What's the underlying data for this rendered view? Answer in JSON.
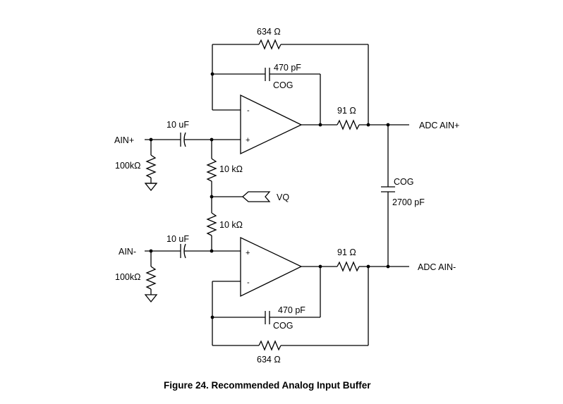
{
  "labels": {
    "ain_pos": "AIN+",
    "ain_neg": "AIN-",
    "adc_ain_pos": "ADC AIN+",
    "adc_ain_neg": "ADC AIN-",
    "vq": "VQ",
    "r_fb_top": "634 Ω",
    "r_fb_bot": "634 Ω",
    "c_fb_top": "470 pF",
    "c_fb_top_type": "COG",
    "c_fb_bot": "470 pF",
    "c_fb_bot_type": "COG",
    "r_out_top": "91 Ω",
    "r_out_bot": "91 Ω",
    "c_in_top": "10 uF",
    "c_in_bot": "10 uF",
    "r_in_top": "100kΩ",
    "r_in_bot": "100kΩ",
    "r_bias_top": "10 kΩ",
    "r_bias_bot": "10 kΩ",
    "c_diff_type": "COG",
    "c_diff": "2700 pF",
    "opamp_top_minus": "-",
    "opamp_top_plus": "+",
    "opamp_bot_plus": "+",
    "opamp_bot_minus": "-"
  },
  "caption": "Figure 24.  Recommended Analog Input Buffer"
}
